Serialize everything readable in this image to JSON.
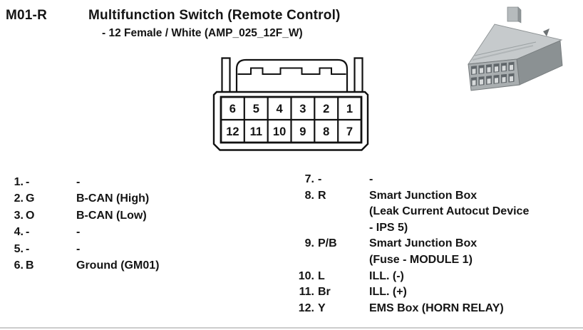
{
  "header": {
    "code": "M01-R",
    "title": "Multifunction Switch (Remote Control)",
    "subtitle": "- 12 Female / White (AMP_025_12F_W)"
  },
  "connector": {
    "pins_top": [
      "6",
      "5",
      "4",
      "3",
      "2",
      "1"
    ],
    "pins_bottom": [
      "12",
      "11",
      "10",
      "9",
      "8",
      "7"
    ]
  },
  "pin_table": {
    "left": [
      {
        "num": "1.",
        "color": "-",
        "desc": [
          "-"
        ]
      },
      {
        "num": "2.",
        "color": "G",
        "desc": [
          "B-CAN (High)"
        ]
      },
      {
        "num": "3.",
        "color": "O",
        "desc": [
          "B-CAN (Low)"
        ]
      },
      {
        "num": "4.",
        "color": "-",
        "desc": [
          "-"
        ]
      },
      {
        "num": "5.",
        "color": "-",
        "desc": [
          "-"
        ]
      },
      {
        "num": "6.",
        "color": "B",
        "desc": [
          "Ground (GM01)"
        ]
      }
    ],
    "right": [
      {
        "num": "7.",
        "color": "-",
        "desc": [
          "-"
        ]
      },
      {
        "num": "8.",
        "color": "R",
        "desc": [
          "Smart Junction Box",
          "(Leak Current Autocut Device",
          "- IPS 5)"
        ]
      },
      {
        "num": "9.",
        "color": "P/B",
        "desc": [
          "Smart Junction Box",
          "(Fuse - MODULE 1)"
        ]
      },
      {
        "num": "10.",
        "color": "L",
        "desc": [
          "ILL. (-)"
        ]
      },
      {
        "num": "11.",
        "color": "Br",
        "desc": [
          "ILL. (+)"
        ]
      },
      {
        "num": "12.",
        "color": "Y",
        "desc": [
          "EMS Box (HORN RELAY)"
        ]
      }
    ]
  },
  "colors": {
    "text": "#141414",
    "diagram_line": "#111111",
    "connector_top": "#c6cacc",
    "connector_front": "#a9aeb0",
    "connector_side": "#8b9193",
    "terminal_hole": "#60666a",
    "bottom_rule": "#cccccc"
  }
}
